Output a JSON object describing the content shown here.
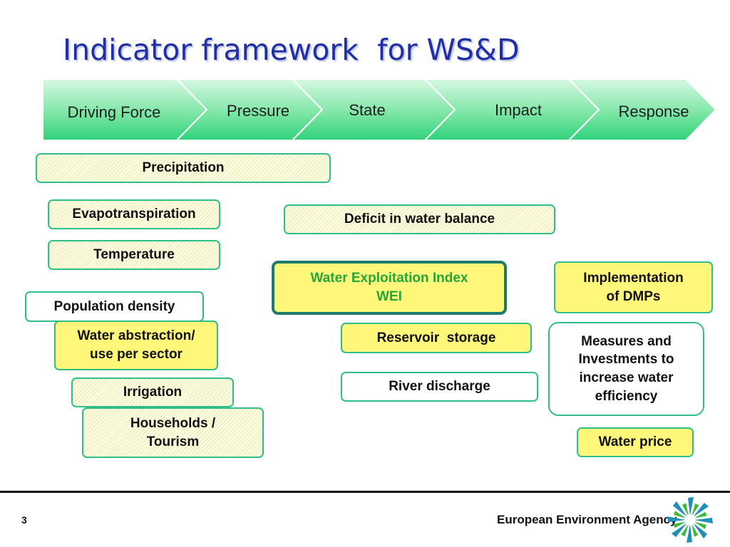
{
  "slide": {
    "title": "Indicator framework  for WS&D",
    "page_number": "3",
    "agency_name": "European Environment Agency"
  },
  "stages": [
    "Driving Force",
    "Pressure",
    "State",
    "Impact",
    "Response"
  ],
  "indicators": {
    "precipitation": "Precipitation",
    "evapotranspiration": "Evapotranspiration",
    "temperature": "Temperature",
    "population_density": "Population density",
    "water_abstraction": "Water abstraction/\nuse per sector",
    "irrigation": "Irrigation",
    "households": "Households /\nTourism",
    "deficit": "Deficit in water balance",
    "wei": "Water Exploitation Index\nWEI",
    "reservoir": "Reservoir  storage",
    "river_discharge": "River discharge",
    "dmps": "Implementation\nof DMPs",
    "measures": "Measures and\nInvestments to\nincrease water\nefficiency",
    "water_price": "Water price"
  },
  "colors": {
    "title": "#1f2fa6",
    "stage_green_light": "#c9f5d8",
    "stage_green_dark": "#2ed27a",
    "box_border": "#2fbf86",
    "yellow_fill": "#fff77a",
    "wei_text": "#22a83a"
  }
}
